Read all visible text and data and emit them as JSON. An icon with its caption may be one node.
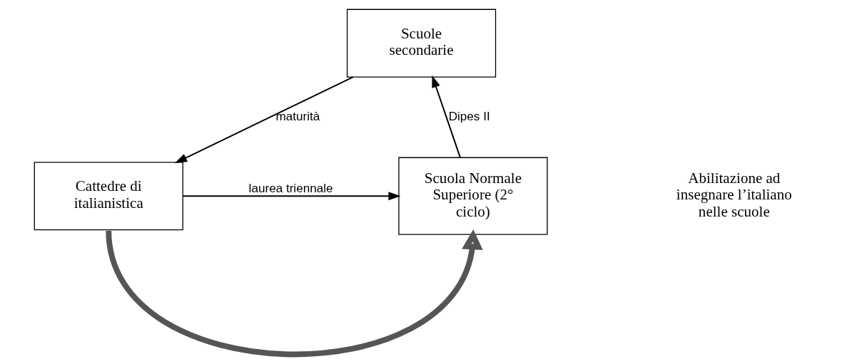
{
  "diagram": {
    "nodes": [
      {
        "text": [
          "Scuole secondarie"
        ]
      },
      {
        "text": [
          "Cattedre di italianistica"
        ]
      },
      {
        "text": [
          "Scuola Normale Superiore (2° ciclo)"
        ]
      }
    ],
    "edges": [
      {
        "from": 0,
        "to": 1,
        "arrow": "to",
        "label": "maturità"
      },
      {
        "from": 1,
        "to": 2,
        "arrow": "to",
        "label": "laurea triennale"
      },
      {
        "from": 1,
        "to": 2,
        "arrow": "to",
        "style": "thick"
      },
      {
        "from": 2,
        "to": 0,
        "arrow": "to",
        "label": "Dipes II"
      }
    ],
    "labels": [
      "Abilitazione ad insegnare l’italiano nelle scuole"
    ]
  }
}
